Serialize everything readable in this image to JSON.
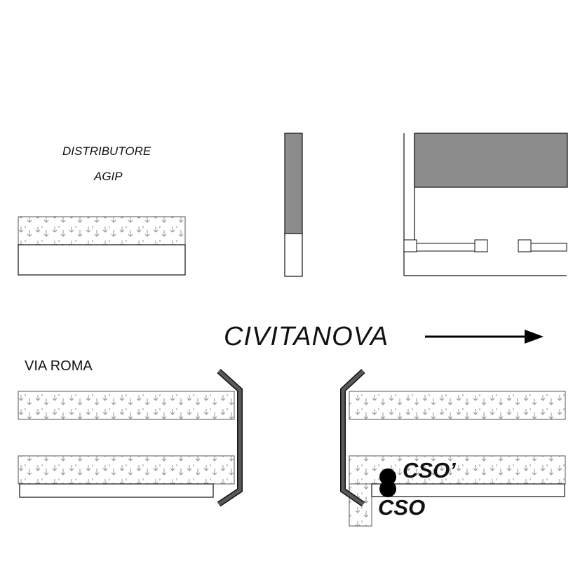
{
  "labels": {
    "distributore_line1": "DISTRIBUTORE",
    "distributore_line2": "AGIP",
    "via_roma": "VIA ROMA",
    "civitanova": "CIVITANOVA",
    "cso_upper": "CSO’",
    "cso_lower": "CSO"
  },
  "colors": {
    "building": "#8c8c8c",
    "wall": "#555555",
    "outline": "#111111",
    "sidewalk_pattern": "#8a8a8a",
    "marker": "#000000"
  },
  "icons": {
    "direction_arrow": "right-arrow-icon",
    "sidewalk_symbol": "down-arrow-pattern",
    "marker": "filled-circle-marker"
  }
}
